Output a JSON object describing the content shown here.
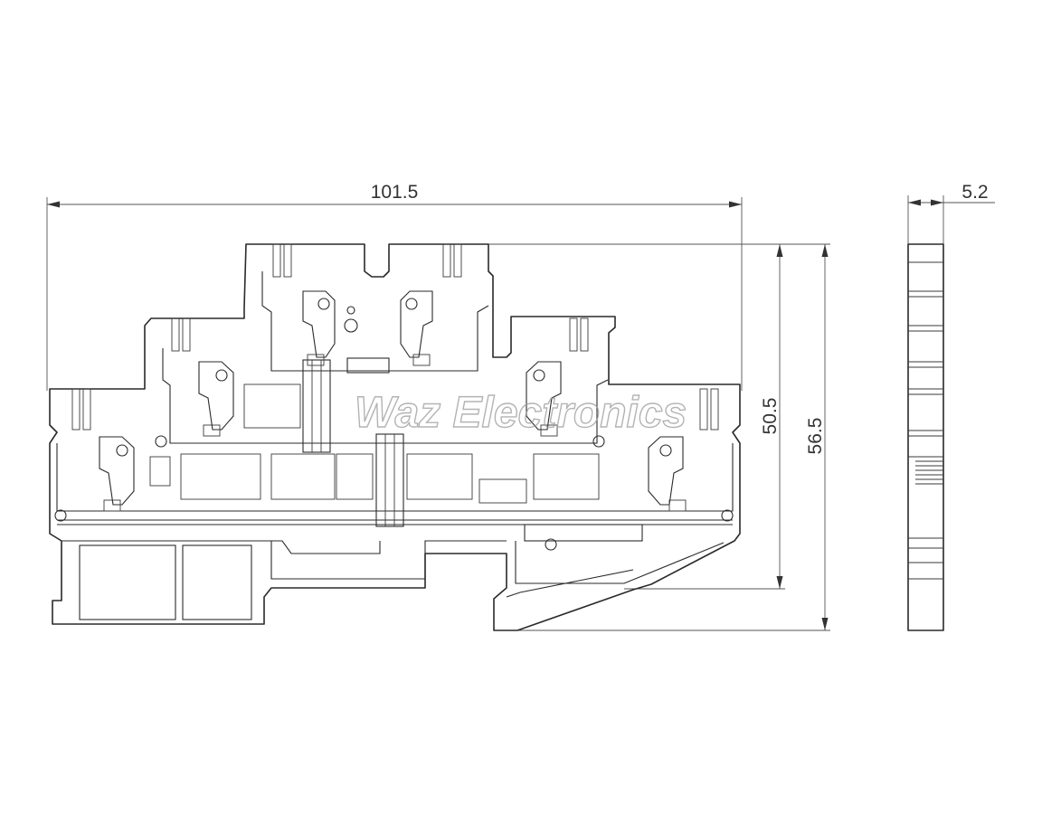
{
  "dimensions": {
    "width": "101.5",
    "height_inner": "50.5",
    "height_overall": "56.5",
    "thickness": "5.2"
  },
  "watermark": "Waz Electronics"
}
